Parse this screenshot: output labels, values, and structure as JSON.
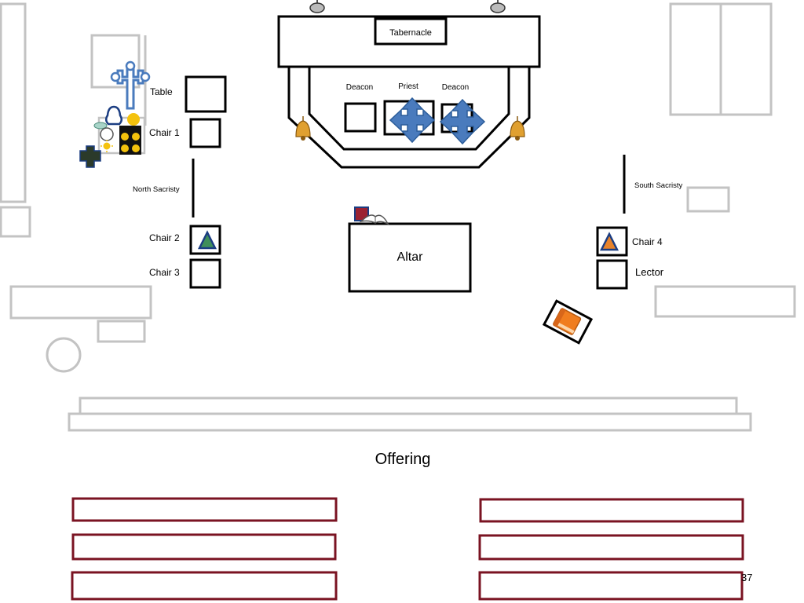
{
  "diagram": {
    "labels": {
      "tabernacle": "Tabernacle",
      "deacon_left": "Deacon",
      "priest": "Priest",
      "deacon_right": "Deacon",
      "table": "Table",
      "chair1": "Chair 1",
      "north_sacristy": "North Sacristy",
      "chair2": "Chair 2",
      "chair3": "Chair 3",
      "altar": "Altar",
      "south_sacristy": "South Sacristy",
      "chair4": "Chair 4",
      "lector": "Lector",
      "offering": "Offering",
      "page_number": "37"
    },
    "colors": {
      "outline": "#000000",
      "wall_gray": "#c3c3c3",
      "pew_border": "#7a1322",
      "cross_blue": "#4a7bbd",
      "triangle_green": "#3f8f5a",
      "triangle_orange": "#e8832a",
      "book_orange": "#f07d1f",
      "candle_yellow": "#f4c20d",
      "bell_gold": "#e0a030"
    },
    "icons": [
      "processional-cross-icon",
      "move-arrows-icon",
      "bell-icon",
      "triangle-marker-icon",
      "book-icon",
      "open-book-icon",
      "sun-icon",
      "candle-icon"
    ]
  }
}
